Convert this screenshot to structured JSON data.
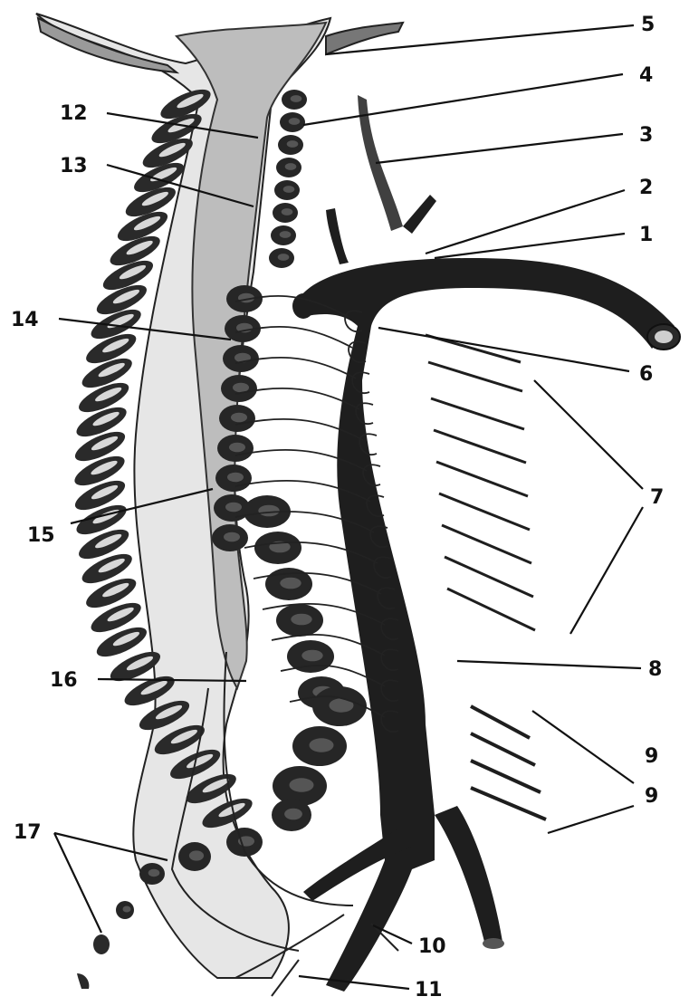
{
  "colors": {
    "ink": "#111111",
    "vessel": "#1e1e1e",
    "cord": "#bdbdbd",
    "bone": "#2a2a2a",
    "background": "#ffffff"
  },
  "labels": [
    {
      "id": "1",
      "text": "1"
    },
    {
      "id": "2",
      "text": "2"
    },
    {
      "id": "3",
      "text": "3"
    },
    {
      "id": "4",
      "text": "4"
    },
    {
      "id": "5",
      "text": "5"
    },
    {
      "id": "6",
      "text": "6"
    },
    {
      "id": "7",
      "text": "7"
    },
    {
      "id": "8",
      "text": "8"
    },
    {
      "id": "9",
      "text": "9"
    },
    {
      "id": "10",
      "text": "10"
    },
    {
      "id": "11",
      "text": "11"
    },
    {
      "id": "12",
      "text": "12"
    },
    {
      "id": "13",
      "text": "13"
    },
    {
      "id": "14",
      "text": "14"
    },
    {
      "id": "15",
      "text": "15"
    },
    {
      "id": "16",
      "text": "16"
    },
    {
      "id": "17",
      "text": "17"
    }
  ]
}
